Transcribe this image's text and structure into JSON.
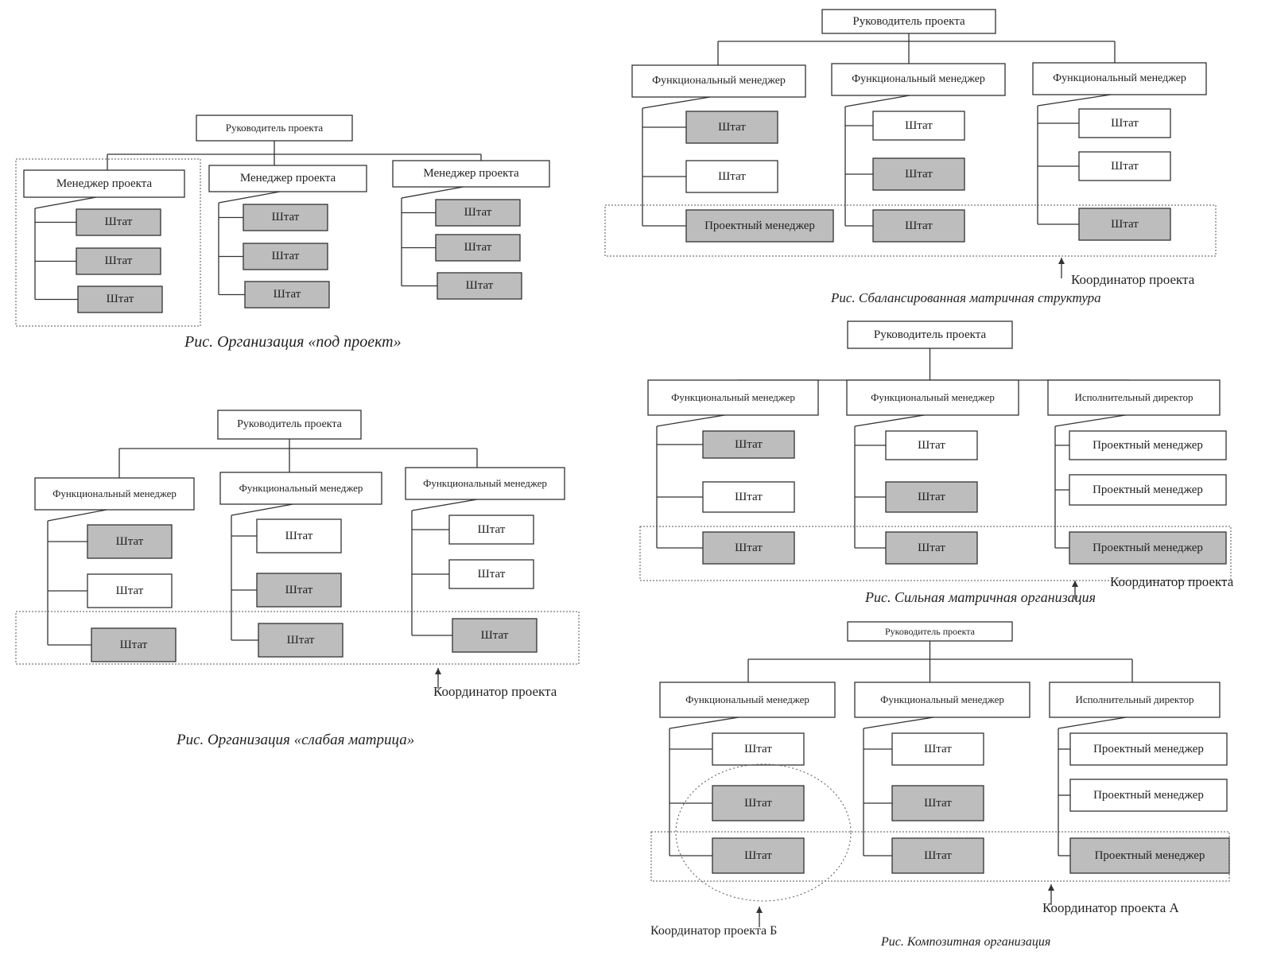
{
  "colors": {
    "shaded": "#bdbdbd",
    "line": "#333333",
    "paper": "#ffffff",
    "dotted": "#555555"
  },
  "diagrams": [
    {
      "id": "pod-proekt",
      "head": "Руководитель проекта",
      "managers": [
        {
          "label": "Менеджер проекта",
          "children": [
            {
              "label": "Штат",
              "shaded": true
            },
            {
              "label": "Штат",
              "shaded": true
            },
            {
              "label": "Штат",
              "shaded": true
            }
          ]
        },
        {
          "label": "Менеджер проекта",
          "children": [
            {
              "label": "Штат",
              "shaded": true
            },
            {
              "label": "Штат",
              "shaded": true
            },
            {
              "label": "Штат",
              "shaded": true
            }
          ]
        },
        {
          "label": "Менеджер проекта",
          "children": [
            {
              "label": "Штат",
              "shaded": true
            },
            {
              "label": "Штат",
              "shaded": true
            },
            {
              "label": "Штат",
              "shaded": true
            }
          ]
        }
      ],
      "coordinators": [],
      "caption": "Рис. Организация «под проект»"
    },
    {
      "id": "slabaya",
      "head": "Руководитель проекта",
      "managers": [
        {
          "label": "Функциональный менеджер",
          "children": [
            {
              "label": "Штат",
              "shaded": true
            },
            {
              "label": "Штат",
              "shaded": false
            },
            {
              "label": "Штат",
              "shaded": true
            }
          ]
        },
        {
          "label": "Функциональный менеджер",
          "children": [
            {
              "label": "Штат",
              "shaded": false
            },
            {
              "label": "Штат",
              "shaded": true
            },
            {
              "label": "Штат",
              "shaded": true
            }
          ]
        },
        {
          "label": "Функциональный менеджер",
          "children": [
            {
              "label": "Штат",
              "shaded": false
            },
            {
              "label": "Штат",
              "shaded": false
            },
            {
              "label": "Штат",
              "shaded": true
            }
          ]
        }
      ],
      "coordinators": [
        {
          "label": "Координатор проекта"
        }
      ],
      "caption": "Рис.  Организация «слабая матрица»"
    },
    {
      "id": "balanced",
      "head": "Руководитель проекта",
      "managers": [
        {
          "label": "Функциональный менеджер",
          "children": [
            {
              "label": "Штат",
              "shaded": true
            },
            {
              "label": "Штат",
              "shaded": false
            },
            {
              "label": "Проектный менеджер",
              "shaded": true
            }
          ]
        },
        {
          "label": "Функциональный менеджер",
          "children": [
            {
              "label": "Штат",
              "shaded": false
            },
            {
              "label": "Штат",
              "shaded": true
            },
            {
              "label": "Штат",
              "shaded": true
            }
          ]
        },
        {
          "label": "Функциональный менеджер",
          "children": [
            {
              "label": "Штат",
              "shaded": false
            },
            {
              "label": "Штат",
              "shaded": false
            },
            {
              "label": "Штат",
              "shaded": true
            }
          ]
        }
      ],
      "coordinators": [
        {
          "label": "Координатор проекта"
        }
      ],
      "caption": "Рис. Сбалансированная матричная структура"
    },
    {
      "id": "strong",
      "head": "Руководитель проекта",
      "managers": [
        {
          "label": "Функциональный менеджер",
          "children": [
            {
              "label": "Штат",
              "shaded": true
            },
            {
              "label": "Штат",
              "shaded": false
            },
            {
              "label": "Штат",
              "shaded": true
            }
          ]
        },
        {
          "label": "Функциональный менеджер",
          "children": [
            {
              "label": "Штат",
              "shaded": false
            },
            {
              "label": "Штат",
              "shaded": true
            },
            {
              "label": "Штат",
              "shaded": true
            }
          ]
        },
        {
          "label": "Исполнительный директор",
          "children": [
            {
              "label": "Проектный менеджер",
              "shaded": false
            },
            {
              "label": "Проектный менеджер",
              "shaded": false
            },
            {
              "label": "Проектный менеджер",
              "shaded": true
            }
          ]
        }
      ],
      "coordinators": [
        {
          "label": "Координатор проекта"
        }
      ],
      "caption": "Рис. Сильная матричная организация"
    },
    {
      "id": "composite",
      "head": "Руководитель проекта",
      "managers": [
        {
          "label": "Функциональный менеджер",
          "children": [
            {
              "label": "Штат",
              "shaded": false
            },
            {
              "label": "Штат",
              "shaded": true
            },
            {
              "label": "Штат",
              "shaded": true
            }
          ]
        },
        {
          "label": "Функциональный менеджер",
          "children": [
            {
              "label": "Штат",
              "shaded": false
            },
            {
              "label": "Штат",
              "shaded": true
            },
            {
              "label": "Штат",
              "shaded": true
            }
          ]
        },
        {
          "label": "Исполнительный директор",
          "children": [
            {
              "label": "Проектный менеджер",
              "shaded": false
            },
            {
              "label": "Проектный менеджер",
              "shaded": false
            },
            {
              "label": "Проектный менеджер",
              "shaded": true
            }
          ]
        }
      ],
      "coordinators": [
        {
          "label": "Координатор проекта Б"
        },
        {
          "label": "Координатор проекта А"
        }
      ],
      "caption": "Рис. Композитная организация"
    }
  ]
}
